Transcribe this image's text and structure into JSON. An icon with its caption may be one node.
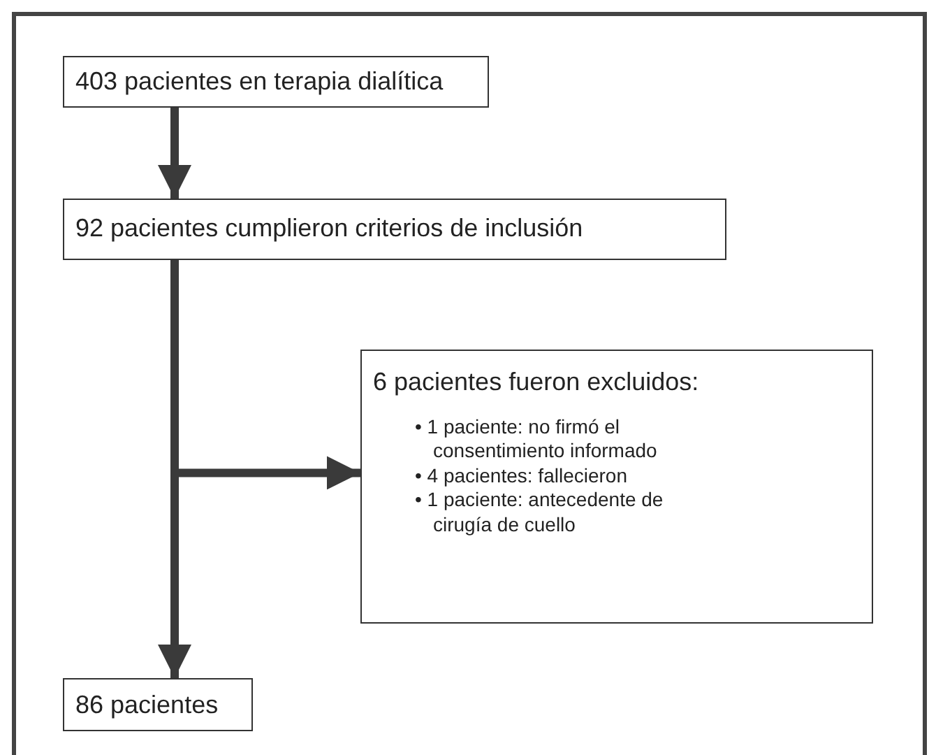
{
  "diagram": {
    "nodes": [
      {
        "text": [
          "403 pacientes en terapia dialítica"
        ]
      },
      {
        "text": [
          "92 pacientes cumplieron criterios de inclusión"
        ]
      },
      {
        "text": [
          "6 pacientes fueron excluidos:",
          "• 1 paciente: no firmó el consentimiento informado",
          "• 4 pacientes: fallecieron",
          "• 1 paciente: antecedente de cirugía de cuello"
        ]
      },
      {
        "text": [
          "86 pacientes"
        ]
      }
    ],
    "edges": [
      {
        "from": 0,
        "to": 1,
        "arrow": "to"
      },
      {
        "from": 1,
        "to": 3,
        "arrow": "to"
      },
      {
        "from": 1,
        "to": 2,
        "arrow": "to"
      }
    ]
  }
}
